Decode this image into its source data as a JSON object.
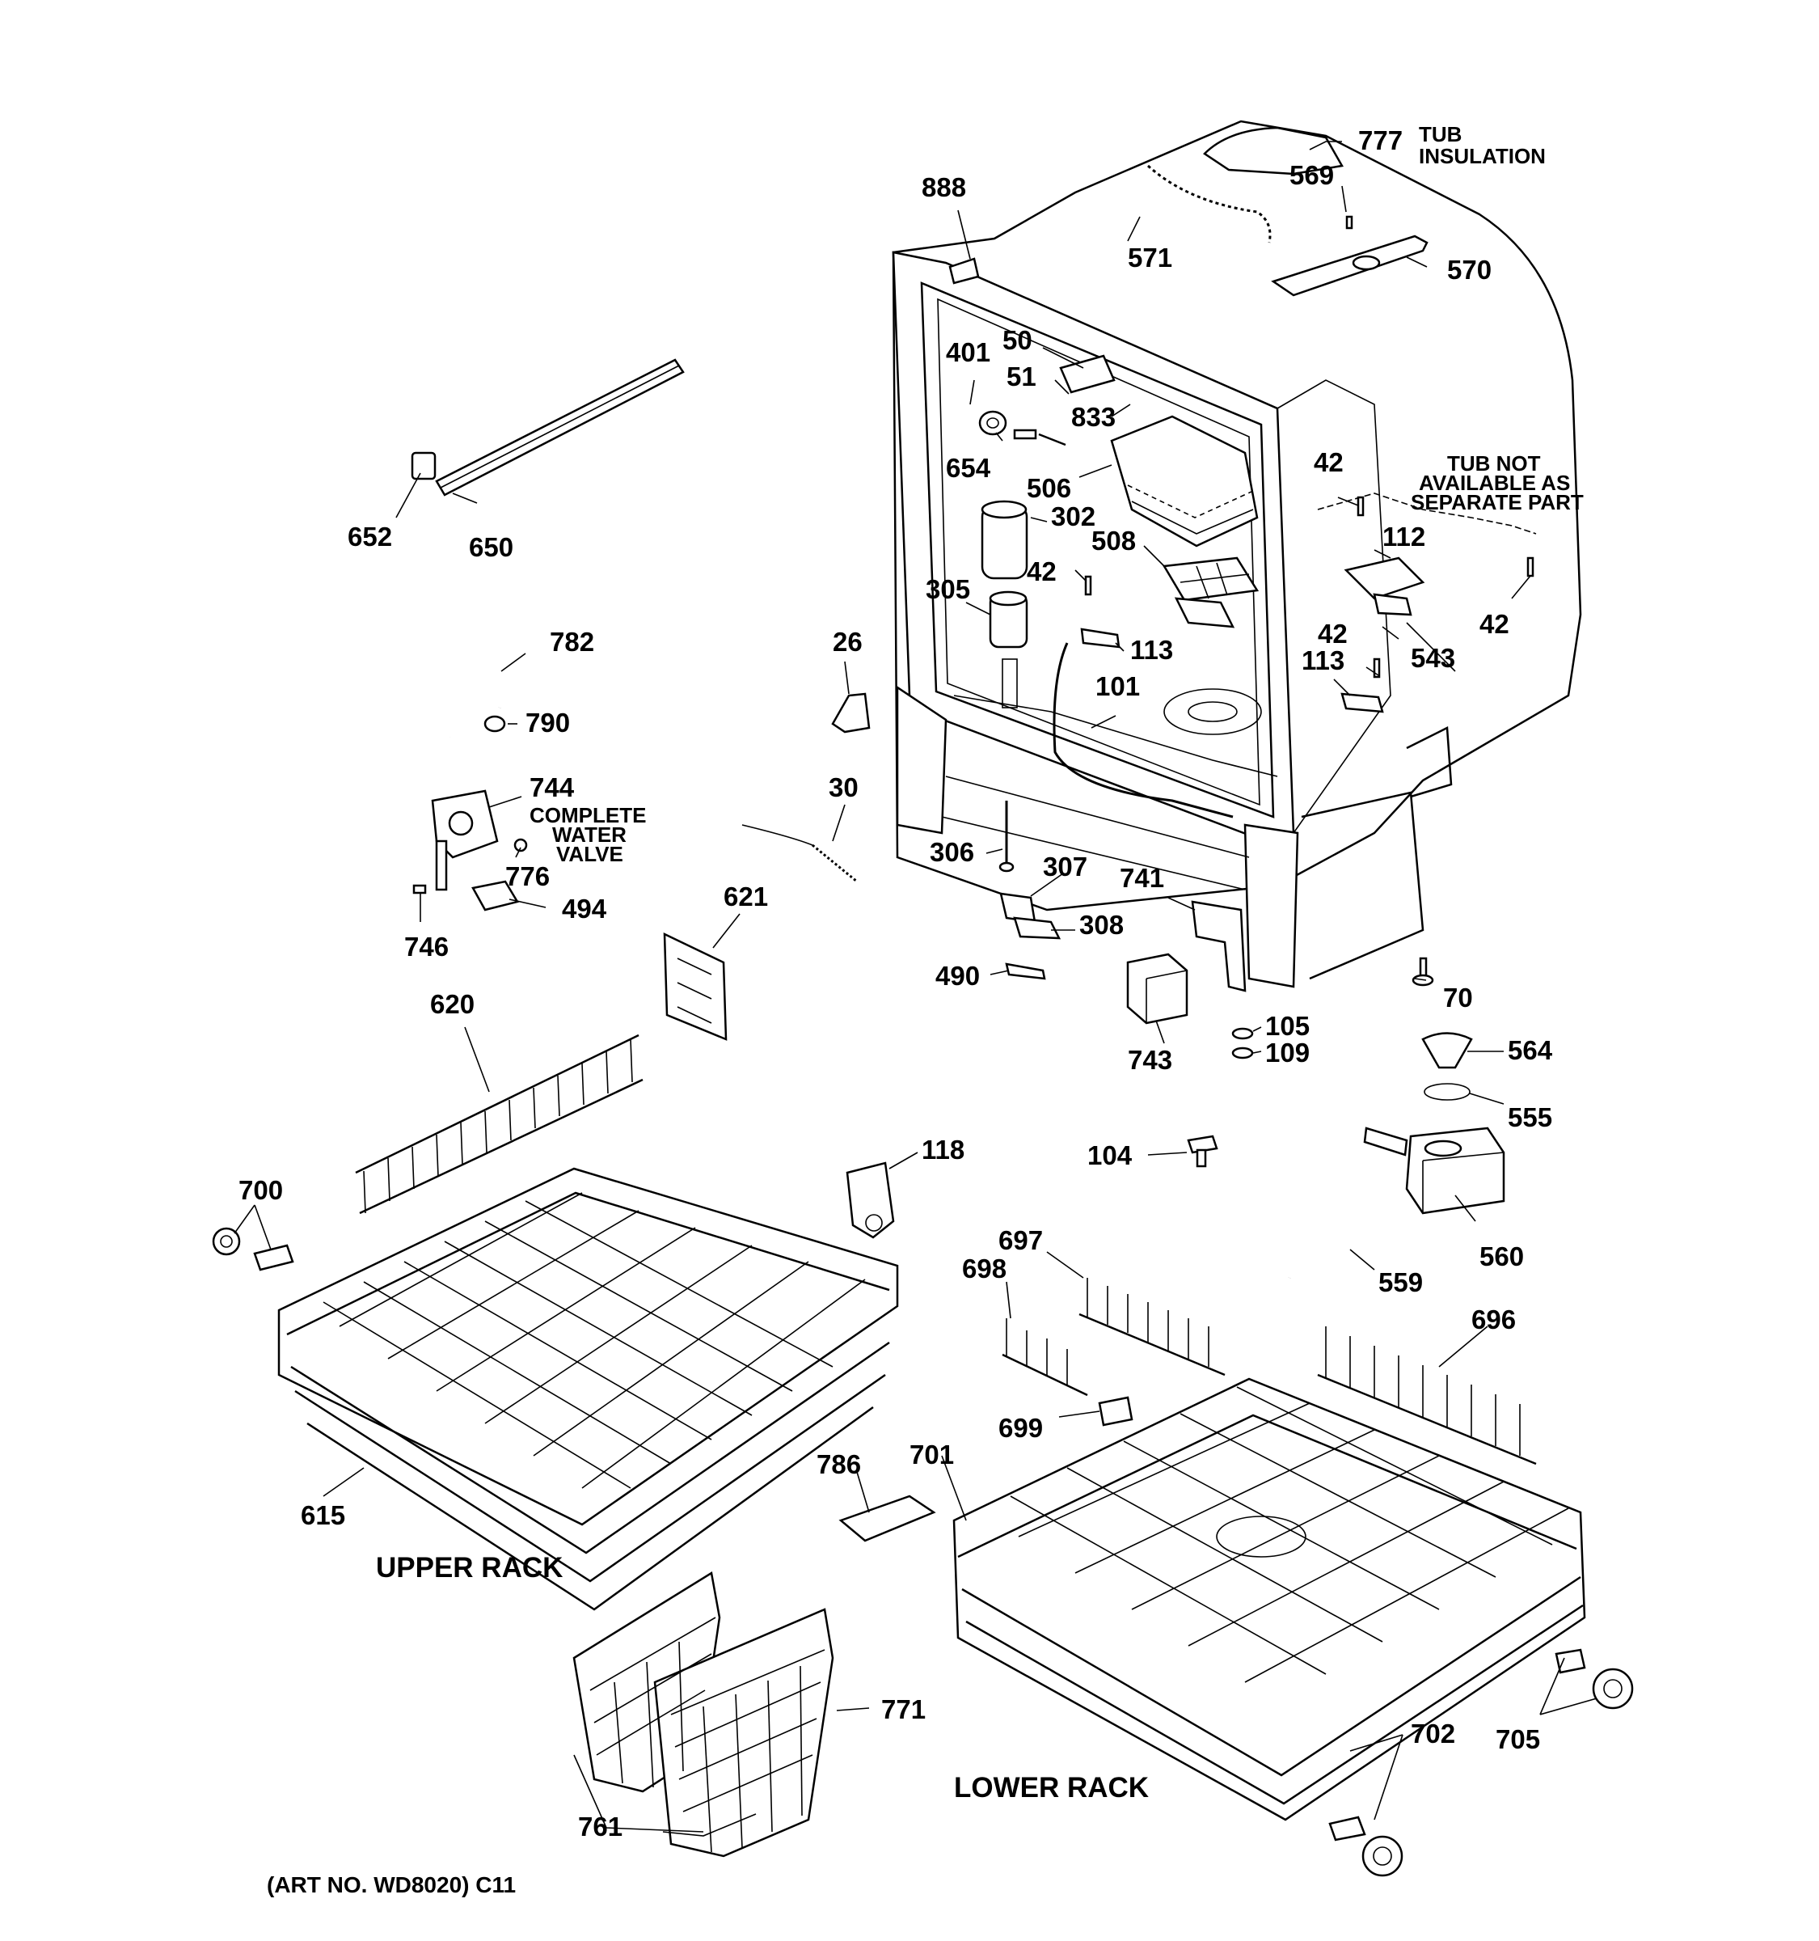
{
  "callouts": [
    {
      "id": "777",
      "text": "777"
    },
    {
      "id": "569",
      "text": "569"
    },
    {
      "id": "888",
      "text": "888"
    },
    {
      "id": "571",
      "text": "571"
    },
    {
      "id": "570",
      "text": "570"
    },
    {
      "id": "401",
      "text": "401"
    },
    {
      "id": "50",
      "text": "50"
    },
    {
      "id": "51",
      "text": "51"
    },
    {
      "id": "833",
      "text": "833"
    },
    {
      "id": "654",
      "text": "654"
    },
    {
      "id": "506",
      "text": "506"
    },
    {
      "id": "302",
      "text": "302"
    },
    {
      "id": "508",
      "text": "508"
    },
    {
      "id": "42a",
      "text": "42"
    },
    {
      "id": "42b",
      "text": "42"
    },
    {
      "id": "112",
      "text": "112"
    },
    {
      "id": "305",
      "text": "305"
    },
    {
      "id": "42c",
      "text": "42"
    },
    {
      "id": "113a",
      "text": "113"
    },
    {
      "id": "42d",
      "text": "42"
    },
    {
      "id": "543",
      "text": "543"
    },
    {
      "id": "113b",
      "text": "113"
    },
    {
      "id": "101",
      "text": "101"
    },
    {
      "id": "652",
      "text": "652"
    },
    {
      "id": "650",
      "text": "650"
    },
    {
      "id": "782",
      "text": "782"
    },
    {
      "id": "790",
      "text": "790"
    },
    {
      "id": "26",
      "text": "26"
    },
    {
      "id": "30",
      "text": "30"
    },
    {
      "id": "744",
      "text": "744"
    },
    {
      "id": "776",
      "text": "776"
    },
    {
      "id": "494",
      "text": "494"
    },
    {
      "id": "746",
      "text": "746"
    },
    {
      "id": "621",
      "text": "621"
    },
    {
      "id": "306",
      "text": "306"
    },
    {
      "id": "307",
      "text": "307"
    },
    {
      "id": "741",
      "text": "741"
    },
    {
      "id": "308",
      "text": "308"
    },
    {
      "id": "490",
      "text": "490"
    },
    {
      "id": "70",
      "text": "70"
    },
    {
      "id": "105",
      "text": "105"
    },
    {
      "id": "109",
      "text": "109"
    },
    {
      "id": "743",
      "text": "743"
    },
    {
      "id": "564",
      "text": "564"
    },
    {
      "id": "555",
      "text": "555"
    },
    {
      "id": "620",
      "text": "620"
    },
    {
      "id": "104",
      "text": "104"
    },
    {
      "id": "118",
      "text": "118"
    },
    {
      "id": "700",
      "text": "700"
    },
    {
      "id": "697",
      "text": "697"
    },
    {
      "id": "698",
      "text": "698"
    },
    {
      "id": "560",
      "text": "560"
    },
    {
      "id": "559",
      "text": "559"
    },
    {
      "id": "696",
      "text": "696"
    },
    {
      "id": "699",
      "text": "699"
    },
    {
      "id": "786",
      "text": "786"
    },
    {
      "id": "701",
      "text": "701"
    },
    {
      "id": "615",
      "text": "615"
    },
    {
      "id": "771",
      "text": "771"
    },
    {
      "id": "702",
      "text": "702"
    },
    {
      "id": "705",
      "text": "705"
    },
    {
      "id": "761",
      "text": "761"
    }
  ],
  "notes": {
    "tub_line1": "TUB",
    "tub_line2": "INSULATION",
    "tub_na_line1": "TUB NOT",
    "tub_na_line2": "AVAILABLE AS",
    "tub_na_line3": "SEPARATE PART",
    "valve_line1": "COMPLETE",
    "valve_line2": "WATER",
    "valve_line3": "VALVE"
  },
  "captions": {
    "upper_rack": "UPPER RACK",
    "lower_rack": "LOWER RACK",
    "art_no": "(ART NO. WD8020) C11"
  }
}
